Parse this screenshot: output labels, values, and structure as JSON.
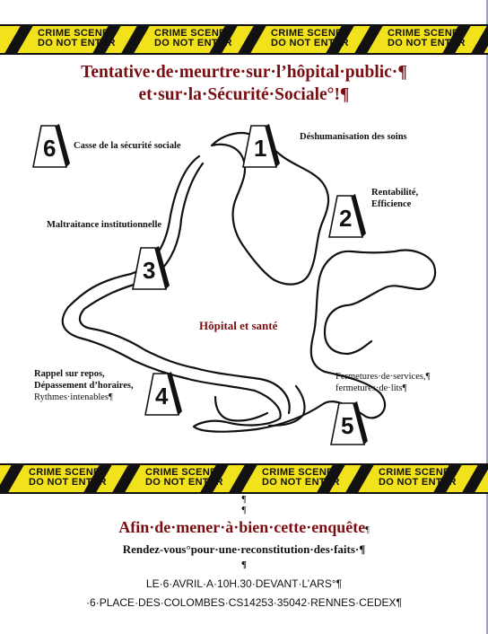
{
  "tape": {
    "line1": "CRIME SCENE",
    "line2": "DO NOT ENTER"
  },
  "title": {
    "line1": "Tentative·de·meurtre·sur·l’hôpital·public·¶",
    "line2": "et·sur·la·Sécurité·Sociale°!¶"
  },
  "scene": {
    "center_label": "Hôpital et santé",
    "labels": {
      "l1": "Déshumanisation des soins",
      "l2a": "Rentabilité,",
      "l2b": "Efficience",
      "l3": "Maltraitance institutionnelle",
      "l4a": "Rappel sur repos,",
      "l4b": "Dépassement d’horaires,",
      "l4c": "Rythmes·intenables¶",
      "l5a": "Fermetures·de·services,¶",
      "l5b": "fermetures·de·lits¶",
      "l6": "Casse de la sécurité sociale"
    },
    "markers": [
      "1",
      "2",
      "3",
      "4",
      "5",
      "6"
    ]
  },
  "bottom": {
    "pilcrow1": "¶",
    "pilcrow2": "¶",
    "headline": "Afin·de·mener·à·bien·cette·enquête",
    "headline_mark": "¶",
    "subtitle": "Rendez-vous°pour·une·reconstitution·des·faits·¶",
    "pilcrow3": "¶",
    "date": "LE·6·AVRIL·A·10H.30·DEVANT·L’ARS°¶",
    "address": "·6·PLACE·DES·COLOMBES·CS14253·35042·RENNES·CEDEX¶"
  },
  "colors": {
    "title": "#7a0d12",
    "tape": "#f2e21c"
  }
}
